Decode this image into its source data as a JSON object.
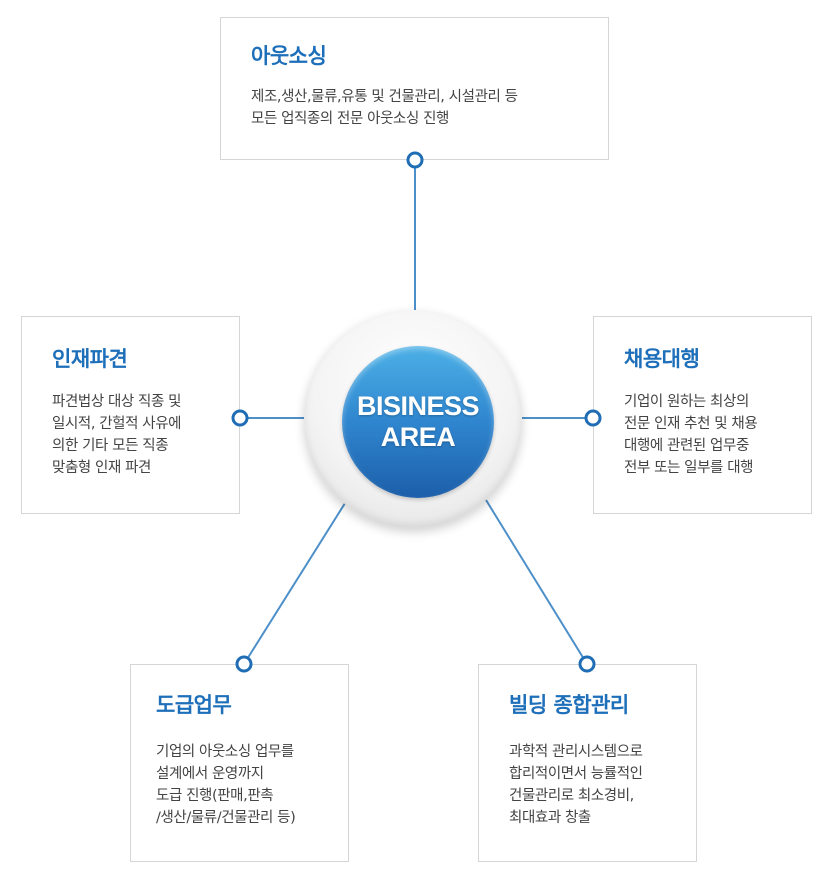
{
  "hub": {
    "line1": "BISINESS",
    "line2": "AREA"
  },
  "cards": {
    "outsourcing": {
      "title": "아웃소싱",
      "desc": "제조,생산,물류,유통 및 건물관리, 시설관리 등\n모든 업직종의 전문 아웃소싱 진행"
    },
    "dispatch": {
      "title": "인재파견",
      "desc": "파견법상 대상 직종 및\n일시적, 간헐적 사유에\n의한 기타 모든 직종\n맞춤형 인재 파견"
    },
    "recruit": {
      "title": "채용대행",
      "desc": "기업이 원하는 최상의\n전문 인재 추천 및 채용\n대행에 관련된 업무중\n전부 또는 일부를 대행"
    },
    "contract": {
      "title": "도급업무",
      "desc": "기업의 아웃소싱 업무를\n설계에서 운영까지\n도급 진행(판매,판촉\n/생산/물류/건물관리 등)"
    },
    "building": {
      "title": "빌딩 종합관리",
      "desc": "과학적 관리시스템으로\n합리적이면서 능률적인\n건물관리로 최소경비,\n최대효과 창출"
    }
  },
  "colors": {
    "accent": "#1e6fba",
    "line": "#4d90c9",
    "node_stroke": "#1f6db5"
  }
}
